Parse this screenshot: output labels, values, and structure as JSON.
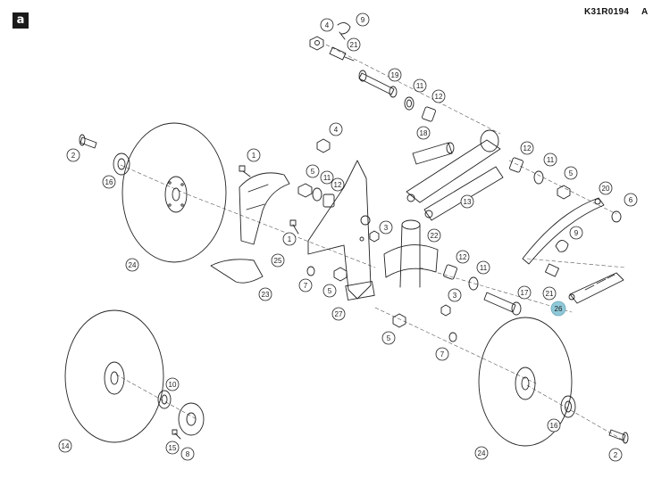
{
  "header": {
    "corner_label": "a",
    "doc_code": "K31R0194",
    "revision": "A"
  },
  "colors": {
    "line": "#222222",
    "callout_fill": "#ffffff",
    "highlight": "#8fc9d9",
    "dash": "#555555"
  },
  "callouts": [
    {
      "id": "c-4-top",
      "n": "4",
      "highlight": false
    },
    {
      "id": "c-9-top",
      "n": "9",
      "highlight": false
    },
    {
      "id": "c-21-top",
      "n": "21",
      "highlight": false
    },
    {
      "id": "c-19",
      "n": "19",
      "highlight": false
    },
    {
      "id": "c-11-top",
      "n": "11",
      "highlight": false
    },
    {
      "id": "c-12-top",
      "n": "12",
      "highlight": false
    },
    {
      "id": "c-18",
      "n": "18",
      "highlight": false
    },
    {
      "id": "c-4-mid",
      "n": "4",
      "highlight": false
    },
    {
      "id": "c-2-left",
      "n": "2",
      "highlight": false
    },
    {
      "id": "c-16-left",
      "n": "16",
      "highlight": false
    },
    {
      "id": "c-1-top",
      "n": "1",
      "highlight": false
    },
    {
      "id": "c-5-mid",
      "n": "5",
      "highlight": false
    },
    {
      "id": "c-11-mid",
      "n": "11",
      "highlight": false
    },
    {
      "id": "c-12-mid",
      "n": "12",
      "highlight": false
    },
    {
      "id": "c-12-right",
      "n": "12",
      "highlight": false
    },
    {
      "id": "c-11-right",
      "n": "11",
      "highlight": false
    },
    {
      "id": "c-5-right",
      "n": "5",
      "highlight": false
    },
    {
      "id": "c-13",
      "n": "13",
      "highlight": false
    },
    {
      "id": "c-20",
      "n": "20",
      "highlight": false
    },
    {
      "id": "c-6",
      "n": "6",
      "highlight": false
    },
    {
      "id": "c-1-low",
      "n": "1",
      "highlight": false
    },
    {
      "id": "c-3-mid",
      "n": "3",
      "highlight": false
    },
    {
      "id": "c-22",
      "n": "22",
      "highlight": false
    },
    {
      "id": "c-9-right",
      "n": "9",
      "highlight": false
    },
    {
      "id": "c-24-left",
      "n": "24",
      "highlight": false
    },
    {
      "id": "c-25",
      "n": "25",
      "highlight": false
    },
    {
      "id": "c-12-low",
      "n": "12",
      "highlight": false
    },
    {
      "id": "c-11-low",
      "n": "11",
      "highlight": false
    },
    {
      "id": "c-7-mid",
      "n": "7",
      "highlight": false
    },
    {
      "id": "c-23",
      "n": "23",
      "highlight": false
    },
    {
      "id": "c-5-low",
      "n": "5",
      "highlight": false
    },
    {
      "id": "c-3-low",
      "n": "3",
      "highlight": false
    },
    {
      "id": "c-17",
      "n": "17",
      "highlight": false
    },
    {
      "id": "c-21-right",
      "n": "21",
      "highlight": false
    },
    {
      "id": "c-26",
      "n": "26",
      "highlight": true
    },
    {
      "id": "c-27",
      "n": "27",
      "highlight": false
    },
    {
      "id": "c-5-bottom",
      "n": "5",
      "highlight": false
    },
    {
      "id": "c-7-low",
      "n": "7",
      "highlight": false
    },
    {
      "id": "c-10",
      "n": "10",
      "highlight": false
    },
    {
      "id": "c-14",
      "n": "14",
      "highlight": false
    },
    {
      "id": "c-15",
      "n": "15",
      "highlight": false
    },
    {
      "id": "c-8",
      "n": "8",
      "highlight": false
    },
    {
      "id": "c-16-right",
      "n": "16",
      "highlight": false
    },
    {
      "id": "c-24-right",
      "n": "24",
      "highlight": false
    },
    {
      "id": "c-2-right",
      "n": "2",
      "highlight": false
    }
  ]
}
